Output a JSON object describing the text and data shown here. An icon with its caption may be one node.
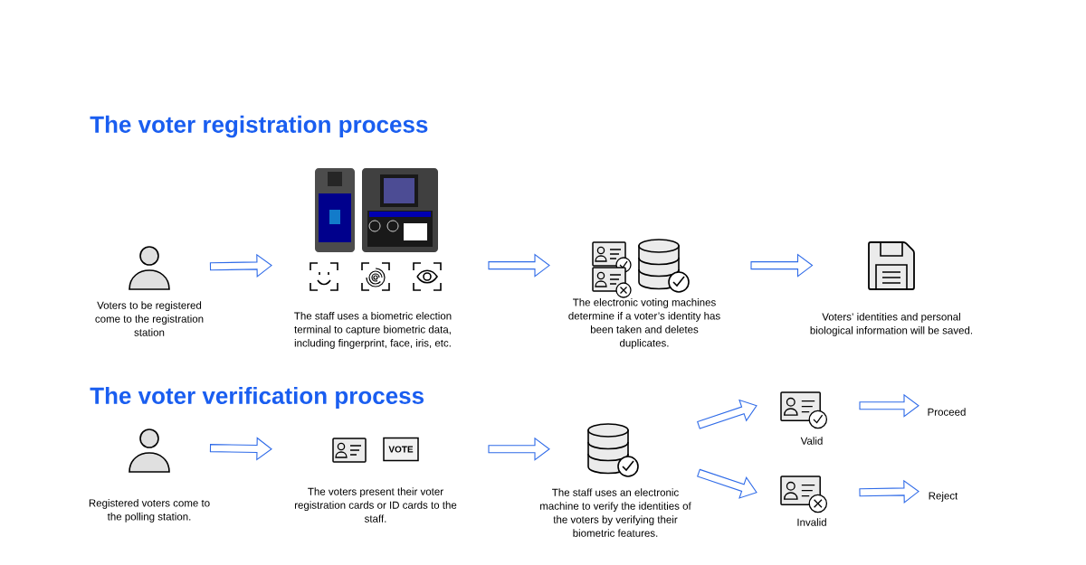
{
  "diagram": {
    "nodes": [
      {
        "text": [
          "Voters to be registered come to the registration station"
        ]
      },
      {
        "text": [
          "The staff uses a biometric election terminal to capture biometric data, including fingerprint, face, iris, etc."
        ]
      },
      {
        "text": [
          "The electronic voting machines determine if a voter’s identity has been taken and deletes duplicates."
        ]
      },
      {
        "text": [
          "Voters’ identities and personal biological information will be saved."
        ]
      },
      {
        "text": [
          "Registered voters come to the polling station."
        ]
      },
      {
        "text": [
          "The voters present their voter registration cards or ID cards to the staff."
        ]
      },
      {
        "text": [
          "The staff uses an electronic machine to verify the identities of the voters by verifying their biometric features."
        ]
      },
      {
        "text": [
          "Valid"
        ]
      },
      {
        "text": [
          "Invalid"
        ]
      },
      {
        "text": [
          "Proceed"
        ]
      },
      {
        "text": [
          "Reject"
        ]
      }
    ],
    "edges": [
      {
        "from": 0,
        "to": 1,
        "arrow": "to"
      },
      {
        "from": 1,
        "to": 2,
        "arrow": "to"
      },
      {
        "from": 2,
        "to": 3,
        "arrow": "to"
      },
      {
        "from": 4,
        "to": 5,
        "arrow": "to"
      },
      {
        "from": 5,
        "to": 6,
        "arrow": "to"
      },
      {
        "from": 6,
        "to": 7,
        "arrow": "to"
      },
      {
        "from": 6,
        "to": 8,
        "arrow": "to"
      },
      {
        "from": 7,
        "to": 9,
        "arrow": "to"
      },
      {
        "from": 8,
        "to": 10,
        "arrow": "to"
      }
    ],
    "labels": [
      "The voter registration process",
      "The voter verification process",
      "VOTE"
    ]
  }
}
